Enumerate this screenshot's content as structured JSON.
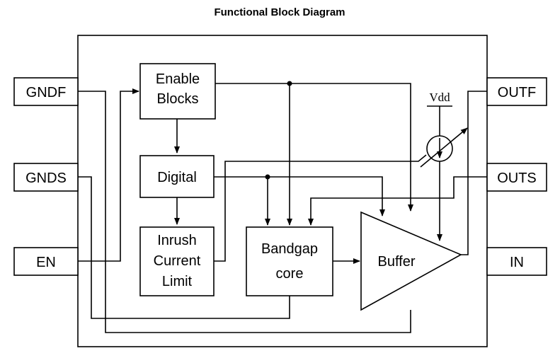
{
  "title": "Functional Block Diagram",
  "pins": {
    "gndf": "GNDF",
    "gnds": "GNDS",
    "en": "EN",
    "outf": "OUTF",
    "outs": "OUTS",
    "in": "IN"
  },
  "blocks": {
    "enable": [
      "Enable",
      "Blocks"
    ],
    "digital": "Digital",
    "inrush": [
      "Inrush",
      "Current",
      "Limit"
    ],
    "bandgap": [
      "Bandgap",
      "core"
    ],
    "buffer": "Buffer"
  },
  "supply": "Vdd"
}
